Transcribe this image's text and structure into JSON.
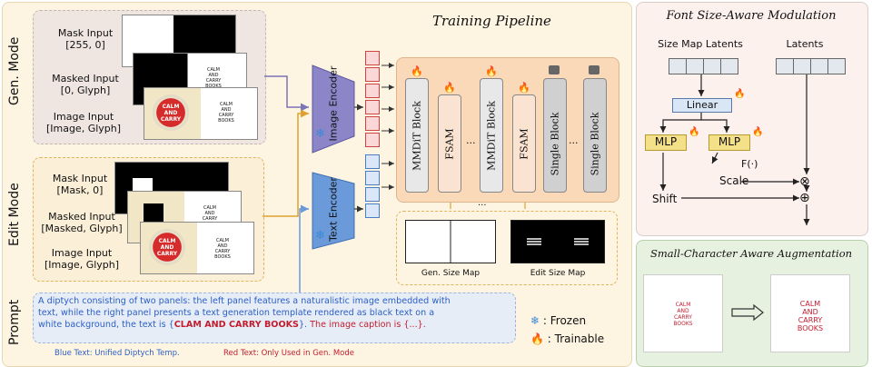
{
  "pipeline": {
    "title": "Training Pipeline",
    "gen_mode_label": "Gen. Mode",
    "edit_mode_label": "Edit Mode",
    "prompt_label": "Prompt",
    "gen_inputs": [
      {
        "line1": "Mask Input",
        "line2": "[255, 0]"
      },
      {
        "line1": "Masked Input",
        "line2": "[0, Glyph]"
      },
      {
        "line1": "Image Input",
        "line2": "[Image, Glyph]"
      }
    ],
    "edit_inputs": [
      {
        "line1": "Mask Input",
        "line2": "[Mask, 0]"
      },
      {
        "line1": "Masked Input",
        "line2": "[Masked, Glyph]"
      },
      {
        "line1": "Image Input",
        "line2": "[Image, Glyph]"
      }
    ],
    "image_encoder": "Image Encoder",
    "text_encoder": "Text Encoder",
    "blocks": [
      "MMDiT Block",
      "FSAM",
      "...",
      "MMDiT Block",
      "FSAM",
      "Single Block",
      "...",
      "Single Block"
    ],
    "ellipsis_mid": "...",
    "gen_size_map": "Gen. Size Map",
    "edit_size_map": "Edit Size Map",
    "poster_text": {
      "title1": "CALM",
      "title2": "AND",
      "title3": "CARRY",
      "title4": "BOOKS",
      "small": "CALM\nAND\nCARRY\nBOOKS"
    },
    "prompt": {
      "blue1": "A diptych consisting of two panels: the left panel features a naturalistic image embedded with",
      "blue2": "text, while the right panel presents a text generation template rendered as black text on a",
      "blue3a": "white background,  the text is {",
      "red_text": "CLAM AND CARRY BOOKS",
      "blue3b": "}.",
      "red_caption": " The image caption is {...}."
    },
    "legend": {
      "frozen": ": Frozen",
      "trainable": ": Trainable"
    },
    "footnote_blue": "Blue Text: Unified Diptych Temp.",
    "footnote_red": "Red Text: Only Used in Gen. Mode"
  },
  "fsam": {
    "title": "Font Size-Aware Modulation",
    "size_map_latents": "Size Map Latents",
    "latents": "Latents",
    "linear": "Linear",
    "mlp1": "MLP",
    "mlp2": "MLP",
    "f_label": "F(·)",
    "scale": "Scale",
    "shift": "Shift",
    "mult": "⊗",
    "add": "⊕"
  },
  "aug": {
    "title": "Small-Character Aware Augmentation",
    "small_text": {
      "t1": "CALM",
      "t2": "AND",
      "t3": "CARRY",
      "t4": "BOOKS"
    },
    "big_text": {
      "t1": "CALM",
      "t2": "AND",
      "t3": "CARRY",
      "t4": "BOOKS"
    }
  },
  "colors": {
    "pipeline_bg": "#fdf5e2",
    "gen_bg": "#efe6e2",
    "edit_bg": "#fbefd8",
    "blocks_bg": "#fad9b8",
    "encoder_purple": "#8c86c8",
    "encoder_blue": "#6a9ad9",
    "fsam_bg": "#fdf1ee",
    "aug_bg": "#e7f1e0",
    "prompt_bg": "#e7edf7"
  }
}
